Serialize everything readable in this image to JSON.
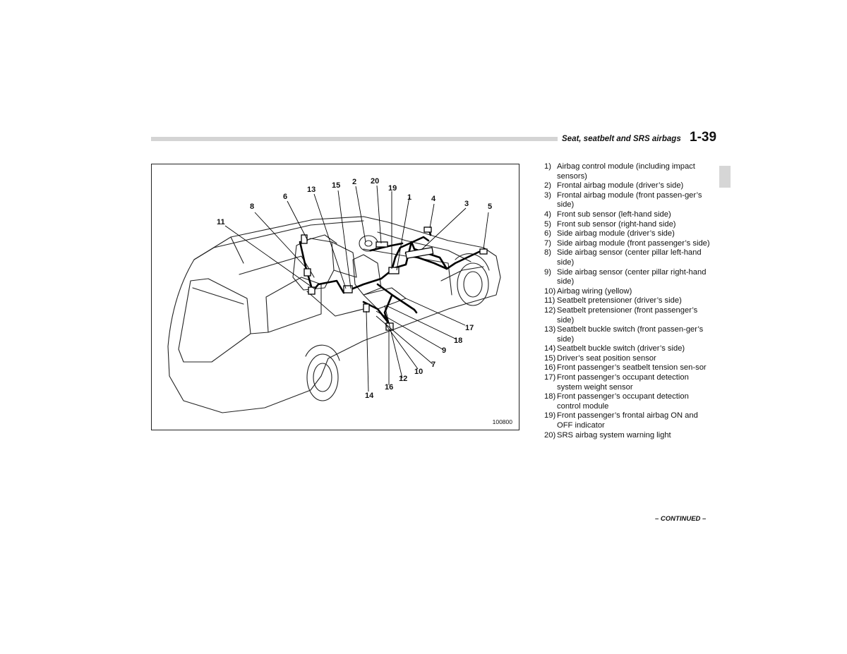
{
  "header": {
    "section_title": "Seat, seatbelt and SRS airbags",
    "page_number": "1-39"
  },
  "figure": {
    "id_label": "100800",
    "callouts": [
      "11",
      "8",
      "6",
      "13",
      "15",
      "2",
      "20",
      "19",
      "1",
      "4",
      "3",
      "5",
      "17",
      "18",
      "9",
      "7",
      "10",
      "12",
      "16",
      "14"
    ]
  },
  "legend": [
    {
      "num": "1)",
      "text": "Airbag control module (including impact sensors)"
    },
    {
      "num": "2)",
      "text": "Frontal airbag module (driver’s side)"
    },
    {
      "num": "3)",
      "text": "Frontal airbag module (front passen-ger’s side)"
    },
    {
      "num": "4)",
      "text": "Front sub sensor (left-hand side)"
    },
    {
      "num": "5)",
      "text": "Front sub sensor (right-hand side)"
    },
    {
      "num": "6)",
      "text": "Side airbag module (driver’s side)"
    },
    {
      "num": "7)",
      "text": "Side airbag module (front passenger’s side)"
    },
    {
      "num": "8)",
      "text": "Side airbag sensor (center pillar left-hand side)"
    },
    {
      "num": "9)",
      "text": "Side airbag sensor (center pillar right-hand side)"
    },
    {
      "num": "10)",
      "text": "Airbag wiring (yellow)"
    },
    {
      "num": "11)",
      "text": "Seatbelt pretensioner (driver’s side)"
    },
    {
      "num": "12)",
      "text": "Seatbelt pretensioner (front passenger’s side)"
    },
    {
      "num": "13)",
      "text": "Seatbelt buckle switch (front passen-ger’s side)"
    },
    {
      "num": "14)",
      "text": "Seatbelt buckle switch (driver’s side)"
    },
    {
      "num": "15)",
      "text": "Driver’s seat position sensor"
    },
    {
      "num": "16)",
      "text": "Front passenger’s seatbelt tension sen-sor"
    },
    {
      "num": "17)",
      "text": "Front passenger’s occupant detection system weight sensor"
    },
    {
      "num": "18)",
      "text": "Front passenger’s occupant detection control module"
    },
    {
      "num": "19)",
      "text": "Front passenger’s frontal airbag ON and OFF indicator"
    },
    {
      "num": "20)",
      "text": "SRS airbag system warning light"
    }
  ],
  "footer": {
    "continued": "– CONTINUED –"
  }
}
